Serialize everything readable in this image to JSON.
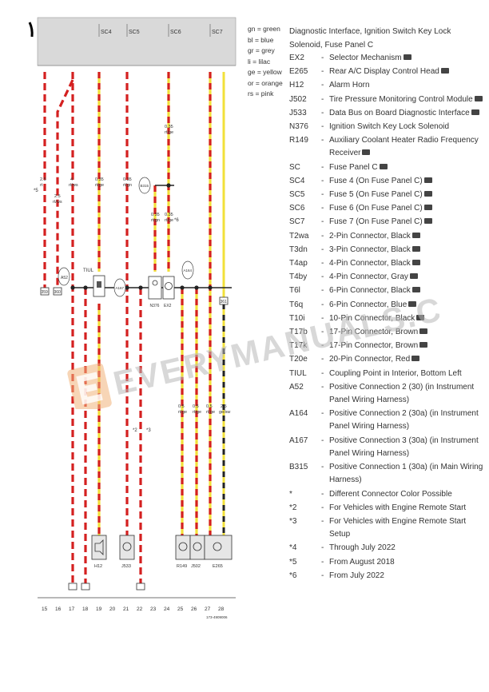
{
  "diagram": {
    "fuse_headers": [
      "SC4",
      "SC5",
      "SC6",
      "SC7"
    ],
    "columns": [
      "15",
      "16",
      "17",
      "18",
      "19",
      "20",
      "21",
      "22",
      "23",
      "24",
      "25",
      "26",
      "27",
      "28"
    ],
    "grounds": [
      "359",
      "360",
      "361"
    ],
    "components": {
      "tiul": "TIUL",
      "a52": "A52",
      "a164": "A164",
      "a167": "A167",
      "b315": "B315",
      "n376": "N376",
      "ex2": "EX2",
      "h12": "H12",
      "j533": "J533",
      "j502": "J502",
      "r149": "R149",
      "e265": "E265"
    },
    "wires": [
      {
        "size": "2.5",
        "color": "rt"
      },
      {
        "size": "2.5",
        "color": "rt/ws"
      },
      {
        "size": "4",
        "color": "rt/ws"
      },
      {
        "size": "0.35",
        "color": "rt/ge"
      },
      {
        "size": "0.35",
        "color": "rt/gn"
      },
      {
        "size": "0.35",
        "color": "rt/gn"
      },
      {
        "size": "0.35",
        "color": "rt/ge"
      },
      {
        "size": "0.35",
        "color": "rt/ge"
      },
      {
        "size": "0.5",
        "color": "rt/ge"
      },
      {
        "size": "0.5",
        "color": "rt/ge"
      },
      {
        "size": "0.5",
        "color": "rt/ge"
      },
      {
        "size": "2.5",
        "color": "ge/sw"
      }
    ],
    "notes": [
      "*5",
      "*2",
      "*3",
      "*6"
    ],
    "diagram_id": "173-4909006"
  },
  "color_key": [
    "gn = green",
    "bl = blue",
    "gr = grey",
    "li = lilac",
    "ge = yellow",
    "or = orange",
    "rs = pink"
  ],
  "legend": {
    "title": "Diagnostic Interface, Ignition Switch Key Lock Solenoid, Fuse Panel C",
    "items": [
      {
        "code": "EX2",
        "desc": "Selector Mechanism"
      },
      {
        "code": "E265",
        "desc": "Rear A/C Display Control Head"
      },
      {
        "code": "H12",
        "desc": "Alarm Horn"
      },
      {
        "code": "J502",
        "desc": "Tire Pressure Monitoring Control Module"
      },
      {
        "code": "J533",
        "desc": "Data Bus on Board Diagnostic Interface"
      },
      {
        "code": "N376",
        "desc": "Ignition Switch Key Lock Solenoid"
      },
      {
        "code": "R149",
        "desc": "Auxiliary Coolant Heater Radio Frequency Receiver"
      },
      {
        "code": "SC",
        "desc": "Fuse Panel C"
      },
      {
        "code": "SC4",
        "desc": "Fuse 4 (On Fuse Panel C)"
      },
      {
        "code": "SC5",
        "desc": "Fuse 5 (On Fuse Panel C)"
      },
      {
        "code": "SC6",
        "desc": "Fuse 6 (On Fuse Panel C)"
      },
      {
        "code": "SC7",
        "desc": "Fuse 7 (On Fuse Panel C)"
      },
      {
        "code": "T2wa",
        "desc": "2-Pin Connector, Black"
      },
      {
        "code": "T3dn",
        "desc": "3-Pin Connector, Black"
      },
      {
        "code": "T4ap",
        "desc": "4-Pin Connector, Black"
      },
      {
        "code": "T4by",
        "desc": "4-Pin Connector, Gray"
      },
      {
        "code": "T6l",
        "desc": "6-Pin Connector, Black"
      },
      {
        "code": "T6q",
        "desc": "6-Pin Connector, Blue"
      },
      {
        "code": "T10i",
        "desc": "10-Pin Connector, Black"
      },
      {
        "code": "T17b",
        "desc": "17-Pin Connector, Brown"
      },
      {
        "code": "T17k",
        "desc": "17-Pin Connector, Brown"
      },
      {
        "code": "T20e",
        "desc": "20-Pin Connector, Red"
      },
      {
        "code": "TIUL",
        "desc": "Coupling Point in Interior, Bottom Left"
      },
      {
        "code": "A52",
        "desc": "Positive Connection 2 (30) (in Instrument Panel Wiring Harness)"
      },
      {
        "code": "A164",
        "desc": "Positive Connection 2 (30a) (in Instrument Panel Wiring Harness)"
      },
      {
        "code": "A167",
        "desc": "Positive Connection 3 (30a) (in Instrument Panel Wiring Harness)"
      },
      {
        "code": "B315",
        "desc": "Positive Connection 1 (30a) (in Main Wiring Harness)"
      },
      {
        "code": "*",
        "desc": "Different Connector Color Possible"
      },
      {
        "code": "*2",
        "desc": "For Vehicles with Engine Remote Start"
      },
      {
        "code": "*3",
        "desc": "For Vehicles with Engine Remote Start Setup"
      },
      {
        "code": "*4",
        "desc": "Through July 2022"
      },
      {
        "code": "*5",
        "desc": "From August 2018"
      },
      {
        "code": "*6",
        "desc": "From July 2022"
      }
    ]
  },
  "watermark": "EVERYMANUALS.COM"
}
